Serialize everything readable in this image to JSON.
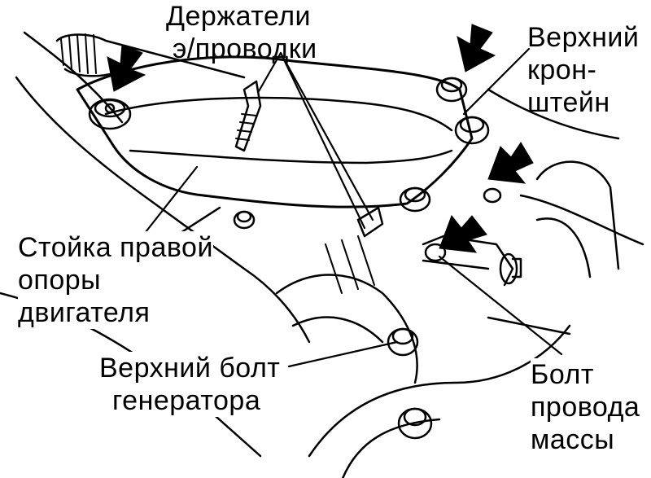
{
  "labels": {
    "wire_holders": [
      "Держатели",
      "э/проводки"
    ],
    "upper_bracket": [
      "Верхний",
      "крон-",
      "штейн"
    ],
    "mount_bracket": [
      "Стойка правой",
      "опоры",
      "двигателя"
    ],
    "alternator_bolt": [
      "Верхний болт",
      "генератора"
    ],
    "ground_bolt": [
      "Болт",
      "провода",
      "массы"
    ]
  },
  "colors": {
    "ink": "#000000",
    "paper": "#ffffff"
  }
}
